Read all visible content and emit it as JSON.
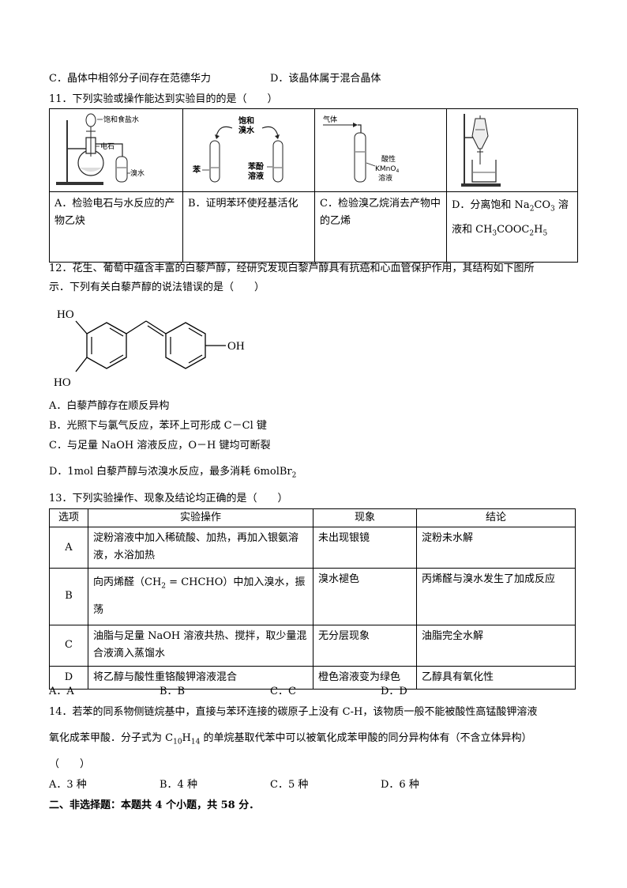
{
  "top_options": {
    "c": "C．晶体中相邻分子间存在范德华力",
    "d": "D．该晶体属于混合晶体"
  },
  "q11": {
    "stem": "11．下列实验或操作能达到实验目的的是（　　）",
    "fig_a": {
      "label1": "饱和食盐水",
      "label2": "电石",
      "label3": "溴水"
    },
    "fig_b": {
      "top1": "饱和",
      "top2": "溴水",
      "left": "苯",
      "right1": "苯酚",
      "right2": "溶液"
    },
    "fig_c": {
      "gas": "气体",
      "r1": "酸性",
      "r2": "KMnO",
      "r2sub": "4",
      "r3": "溶液"
    },
    "options": {
      "a": "A．检验电石与水反应的产物乙炔",
      "b": "B．证明苯环使羟基活化",
      "c": "C．检验溴乙烷消去产物中的乙烯",
      "d_pre": "D．分离饱和 Na",
      "d_sub1": "2",
      "d_mid": "CO",
      "d_sub2": "3",
      "d_post": " 溶",
      "d_line2_pre": "液和 CH",
      "d_line2_sub1": "3",
      "d_line2_mid": "COOC",
      "d_line2_sub2": "2",
      "d_line2_mid2": "H",
      "d_line2_sub3": "5"
    }
  },
  "q12": {
    "stem1": "12．花生、葡萄中蕴含丰富的白藜芦醇，经研究发现白黎芦醇具有抗癌和心血管保护作用，其结构如下图所",
    "stem2": "示．下列有关白藜芦醇的说法错误的是（　　）",
    "struct": {
      "oh_top": "HO",
      "oh_bottom": "HO",
      "oh_right": "OH"
    },
    "options": {
      "a": "A．白藜芦醇存在顺反异构",
      "b": "B．光照下与氯气反应，苯环上可形成 C－Cl 键",
      "c": "C．与足量 NaOH 溶液反应，O－H 键均可断裂",
      "d_pre": "D．1mol 白藜芦醇与浓溴水反应，最多消耗 6molBr",
      "d_sub": "2"
    }
  },
  "q13": {
    "stem": "13．下列实验操作、现象及结论均正确的是（　　）",
    "headers": [
      "选项",
      "实验操作",
      "现象",
      "结论"
    ],
    "rows": [
      {
        "opt": "A",
        "op": "淀粉溶液中加入稀硫酸、加热，再加入银氨溶液，水浴加热",
        "ph": "未出现银镜",
        "co": "淀粉未水解"
      },
      {
        "opt": "B",
        "op_pre": "向丙烯醛（CH",
        "op_sub": "2",
        "op_post": " = CHCHO）中加入溴水，振荡",
        "ph": "溴水褪色",
        "co": "丙烯醛与溴水发生了加成反应"
      },
      {
        "opt": "C",
        "op": "油脂与足量 NaOH 溶液共热、搅拌，取少量混合液滴入蒸馏水",
        "ph": "无分层现象",
        "co": "油脂完全水解"
      },
      {
        "opt": "D",
        "op": "将乙醇与酸性重铬酸钾溶液混合",
        "ph": "橙色溶液变为绿色",
        "co": "乙醇具有氧化性"
      }
    ],
    "answers": [
      "A．A",
      "B．B",
      "C．C",
      "D．D"
    ]
  },
  "q14": {
    "line1": "14．若苯的同系物侧链烷基中，直接与苯环连接的碳原子上没有 C-H，该物质一般不能被酸性高锰酸钾溶液",
    "line2_pre": "氧化成苯甲酸．分子式为 C",
    "line2_sub1": "10",
    "line2_mid": "H",
    "line2_sub2": "14",
    "line2_post": " 的单烷基取代苯中可以被氧化成苯甲酸的同分异构体有（不含立体异构）",
    "line3": "（　　）",
    "answers": [
      "A．3 种",
      "B．4 种",
      "C．5 种",
      "D．6 种"
    ]
  },
  "section2": "二、非选择题：本题共 4 个小题，共 58 分．"
}
